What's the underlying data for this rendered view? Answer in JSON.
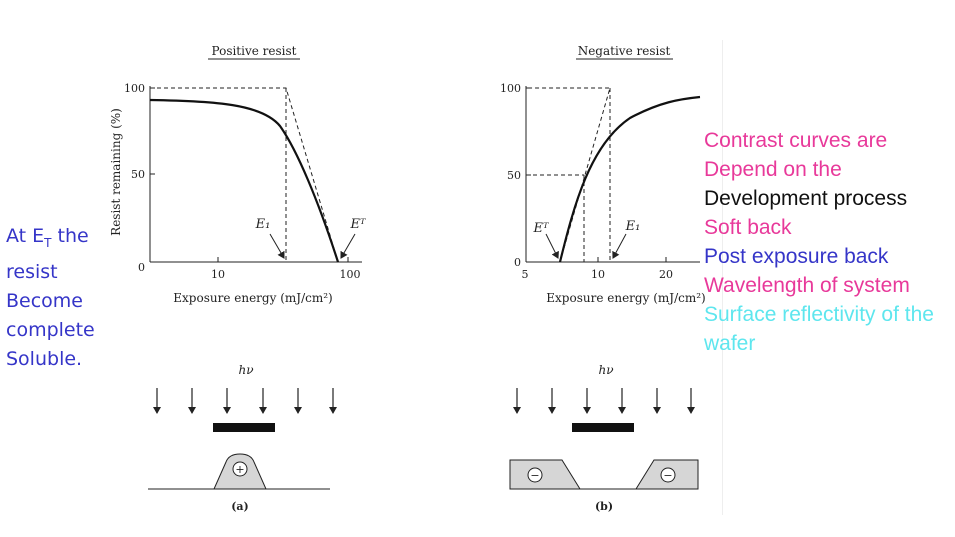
{
  "left_note": {
    "line1_prefix": "At E",
    "line1_sub": "T",
    "line1_suffix": " the",
    "lines": [
      "resist",
      "Become",
      "complete",
      "Soluble."
    ]
  },
  "right_notes": [
    {
      "text": "Contrast curves are",
      "color": "#e8399a"
    },
    {
      "text": "Depend on the",
      "color": "#e8399a"
    },
    {
      "text": "Development process",
      "color": "#111111"
    },
    {
      "text": "Soft back",
      "color": "#e8399a"
    },
    {
      "text": "Post exposure back",
      "color": "#3535c8"
    },
    {
      "text": "Wavelength of system",
      "color": "#e8399a"
    },
    {
      "text": "Surface reflectivity of the",
      "color": "#5ee6ee"
    },
    {
      "text": "wafer",
      "color": "#5ee6ee"
    }
  ],
  "positive": {
    "title": "Positive resist",
    "ylabel": "Resist remaining (%)",
    "xlabel": "Exposure energy (mJ/cm²)",
    "yticks": [
      "0",
      "50",
      "100"
    ],
    "xticks": [
      "10",
      "100"
    ],
    "e1_label": "E₁",
    "et_label": "Eᵀ",
    "hv": "hν",
    "panel": "(a)",
    "charge": "+"
  },
  "negative": {
    "title": "Negative resist",
    "xlabel": "Exposure energy (mJ/cm²)",
    "yticks": [
      "0",
      "50",
      "100"
    ],
    "xticks": [
      "5",
      "10",
      "20"
    ],
    "e1_label": "E₁",
    "et_label": "Eᵀ",
    "hv": "hν",
    "panel": "(b)",
    "charge": "−"
  }
}
